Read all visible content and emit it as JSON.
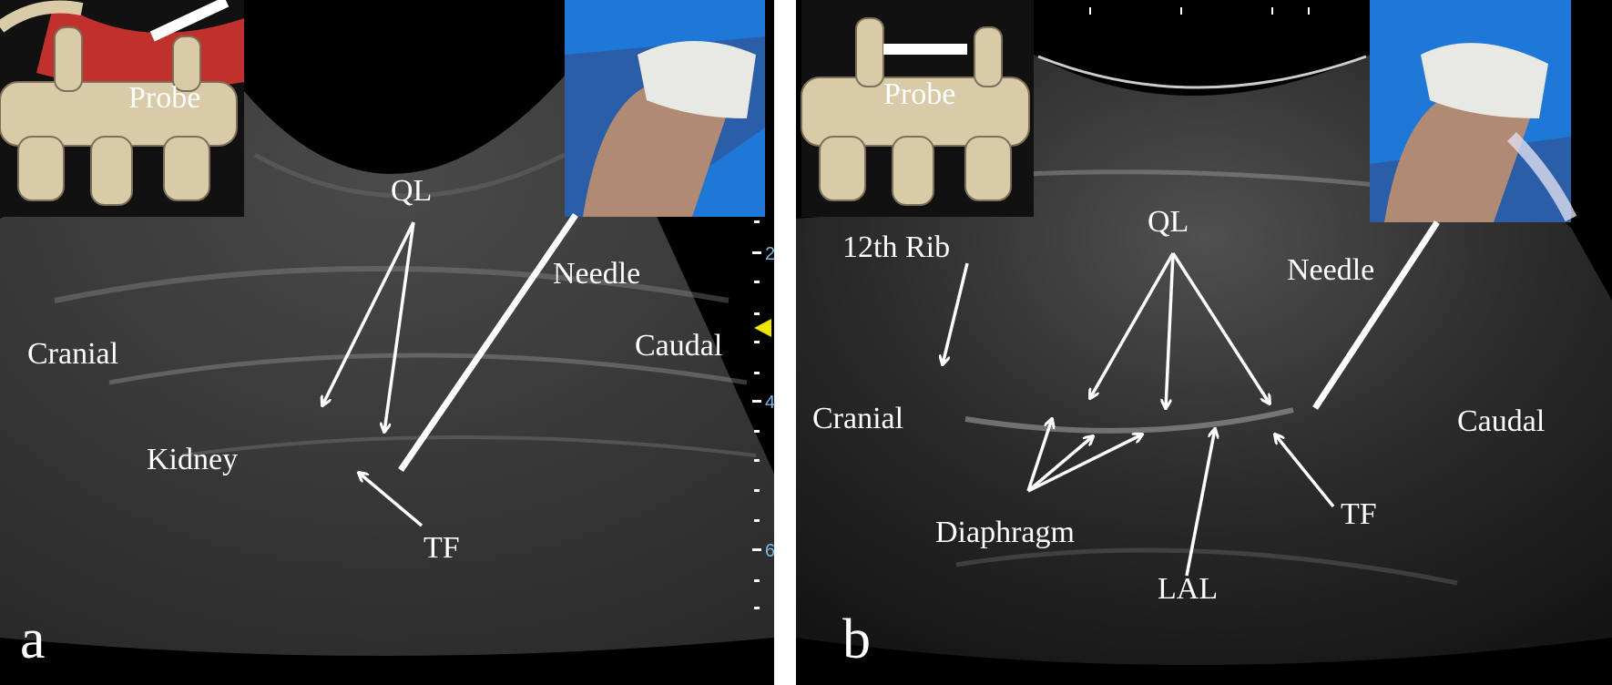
{
  "panel_a": {
    "letter": "a",
    "labels": {
      "probe": "Probe",
      "ql": "QL",
      "needle": "Needle",
      "cranial": "Cranial",
      "caudal": "Caudal",
      "kidney": "Kidney",
      "tf": "TF"
    },
    "depth_labels": [
      "2",
      "4",
      "6"
    ]
  },
  "panel_b": {
    "letter": "b",
    "labels": {
      "probe": "Probe",
      "rib": "12th Rib",
      "ql": "QL",
      "needle": "Needle",
      "cranial": "Cranial",
      "caudal": "Caudal",
      "diaphragm": "Diaphragm",
      "tf": "TF",
      "lal": "LAL"
    }
  },
  "colors": {
    "muscle": "#c0302c",
    "bone": "#d9cba8",
    "drape": "#1e78d8",
    "marker": "#f0e600"
  }
}
